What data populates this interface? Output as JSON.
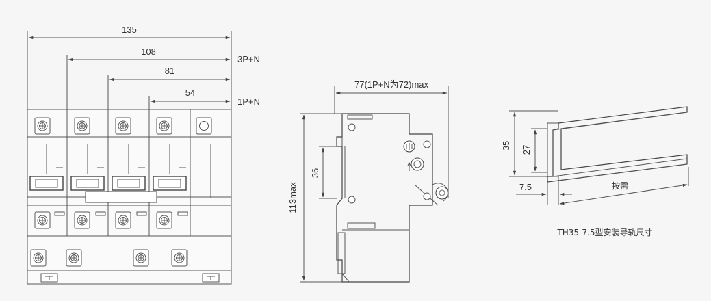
{
  "front_view": {
    "dim_135": "135",
    "dim_108": "108",
    "dim_81": "81",
    "dim_54": "54",
    "label_3pn": "3P+N",
    "label_1pn": "1P+N"
  },
  "side_view": {
    "dim_depth": "77(1P+N为72)max",
    "dim_height": "113max",
    "dim_36": "36"
  },
  "rail_view": {
    "dim_35": "35",
    "dim_27": "27",
    "dim_7_5": "7.5",
    "dim_length": "按需",
    "caption": "TH35-7.5型安装导轨尺寸"
  }
}
